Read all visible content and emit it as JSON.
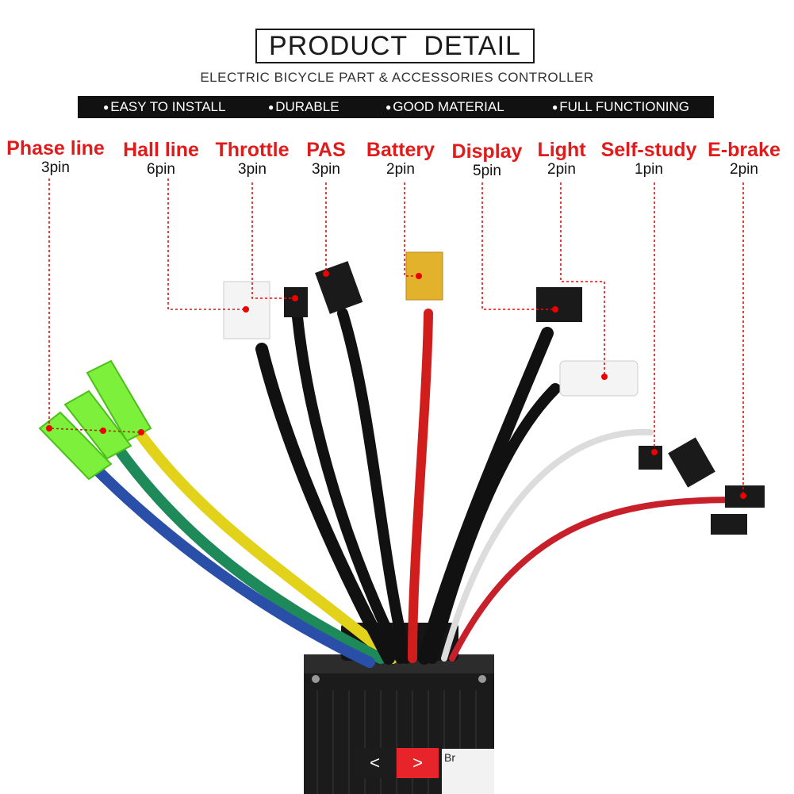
{
  "header": {
    "title": "PRODUCT  DETAIL",
    "subtitle": "ELECTRIC BICYCLE PART & ACCESSORIES CONTROLLER"
  },
  "features": [
    "EASY TO INSTALL",
    "DURABLE",
    "GOOD MATERIAL",
    "FULL FUNCTIONING"
  ],
  "connectors": [
    {
      "name": "Phase line",
      "pins": "3pin"
    },
    {
      "name": "Hall line",
      "pins": "6pin"
    },
    {
      "name": "Throttle",
      "pins": "3pin"
    },
    {
      "name": "PAS",
      "pins": "3pin"
    },
    {
      "name": "Battery",
      "pins": "2pin"
    },
    {
      "name": "Display",
      "pins": "5pin"
    },
    {
      "name": "Light",
      "pins": "2pin"
    },
    {
      "name": "Self-study",
      "pins": "1pin"
    },
    {
      "name": "E-brake",
      "pins": "2pin"
    }
  ],
  "controller_label": "Br",
  "gallery_nav": {
    "prev": "<",
    "next": ">"
  },
  "colors": {
    "accent_red": "#e01b1b",
    "feature_bar": "#111111",
    "nav_active": "#e8242b",
    "connector_green": "#7cf03a"
  }
}
